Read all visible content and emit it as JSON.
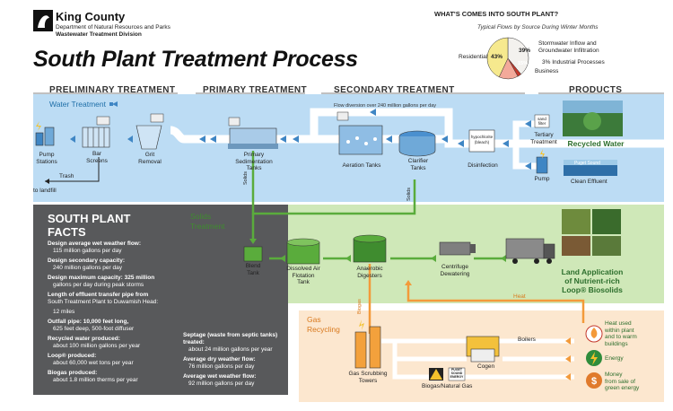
{
  "header": {
    "org": "King County",
    "dept": "Department of Natural Resources and Parks",
    "division": "Wastewater Treatment Division",
    "title": "South Plant Treatment Process"
  },
  "pie": {
    "title": "WHAT'S COMES INTO SOUTH PLANT?",
    "subtitle": "Typical Flows by Source During Winter Months",
    "labels": {
      "residential": "Residential",
      "stormwater1": "Stormwater Inflow and",
      "stormwater2": "Groundwater Infiltration",
      "industrial": "3% Industrial Processes",
      "business": "Business"
    },
    "pct_residential": "43%",
    "pct_stormwater": "39%",
    "pct_business": "15%"
  },
  "chart_data": {
    "type": "pie",
    "title": "WHAT'S COMES INTO SOUTH PLANT?",
    "subtitle": "Typical Flows by Source During Winter Months",
    "categories": [
      "Stormwater Inflow and Groundwater Infiltration",
      "Industrial Processes",
      "Business",
      "Residential"
    ],
    "values": [
      39,
      3,
      15,
      43
    ],
    "colors": [
      "#f3f1ee",
      "#c4382c",
      "#f3a99a",
      "#f6e98e"
    ]
  },
  "sections": {
    "preliminary": "PRELIMINARY TREATMENT",
    "primary": "PRIMARY TREATMENT",
    "secondary": "SECONDARY TREATMENT",
    "products": "PRODUCTS"
  },
  "bands": {
    "water": "Water Treatment",
    "solids1": "Solids",
    "solids2": "Treatment",
    "gas1": "Gas",
    "gas2": "Recycling"
  },
  "water": {
    "pump_stations": [
      "Pump",
      "Stations"
    ],
    "bar_screens": [
      "Bar",
      "Screens"
    ],
    "grit_removal": [
      "Grit",
      "Removal"
    ],
    "trash": "Trash",
    "to_landfill": "to landfill",
    "primary_tanks": [
      "Primary",
      "Sedimentation",
      "Tanks"
    ],
    "flow_diversion": "Flow diversion over 240 million gallons per day",
    "aeration": "Aeration Tanks",
    "clarifier": [
      "Clarifier",
      "Tanks"
    ],
    "hypochlorite": [
      "hypochlorite",
      "(bleach)"
    ],
    "disinfection": "Disinfection",
    "sand_filter": [
      "sand",
      "filter"
    ],
    "tertiary": [
      "Tertiary",
      "Treatment"
    ],
    "pump": "Pump",
    "recycled_water": "Recycled Water",
    "puget_sound": "Puget Sound",
    "clean_effluent": "Clean Effluent"
  },
  "solids": {
    "solids_vertical": "Solids",
    "blend": [
      "Blend",
      "Tank"
    ],
    "daf": [
      "Dissolved Air",
      "Flotation",
      "Tank"
    ],
    "digesters": [
      "Anaerobic",
      "Digesters"
    ],
    "centrifuge": [
      "Centrifuge",
      "Dewatering"
    ],
    "land_app": [
      "Land Application",
      "of Nutrient-rich",
      "Loop® Biosolids"
    ]
  },
  "gas": {
    "biogas_vertical": "Biogas",
    "heat": "Heat",
    "scrubbing": [
      "Gas Scrubbing",
      "Towers"
    ],
    "boilers": "Boilers",
    "cogen": "Cogen",
    "biogas_natural": "Biogas/Natural Gas",
    "pse": [
      "PUGET",
      "SOUND",
      "ENERGY"
    ],
    "heat_used": [
      "Heat used",
      "within plant",
      "and to warm",
      "buildings"
    ],
    "energy": "Energy",
    "money": [
      "Money",
      "from sale of",
      "green energy"
    ]
  },
  "facts": {
    "title": [
      "SOUTH PLANT",
      "FACTS"
    ],
    "items": [
      {
        "label": "Design average wet weather flow:",
        "value": "115 million gallons per day"
      },
      {
        "label": "Design secondary capacity:",
        "value": "240 million gallons per day"
      },
      {
        "label": "Design maximum capacity: 325 million",
        "value": "gallons per day during peak storms"
      },
      {
        "label": "Length of effluent transfer pipe from",
        "value": "South Treatment Plant to Duwamish Head:"
      },
      {
        "label": "",
        "value": "12 miles"
      },
      {
        "label": "Outfall pipe: 10,000 feet long,",
        "value": "625 feet deep, 500-foot diffuser"
      },
      {
        "label": "Recycled water produced:",
        "value": "about 100 million gallons per year"
      },
      {
        "label": "Loop® produced:",
        "value": "about 60,000 wet tons per year"
      },
      {
        "label": "Biogas produced:",
        "value": "about 1.8 million therms per year"
      }
    ],
    "col2": [
      {
        "label": "Septage (waste from septic tanks) treated:",
        "value": "about 24 million gallons per year"
      },
      {
        "label": "Average dry weather flow:",
        "value": "76 million gallons per day"
      },
      {
        "label": "Average wet weather flow:",
        "value": "92 million gallons per day"
      }
    ]
  },
  "colors": {
    "water_band": "#bcdcf4",
    "solids_band": "#cfe8b8",
    "gas_band": "#fce7cf",
    "facts_bg": "#58595b",
    "water_arrow": "#3f86c4",
    "solids_arrow": "#5aac3c",
    "gas_arrow": "#f39a3a"
  }
}
